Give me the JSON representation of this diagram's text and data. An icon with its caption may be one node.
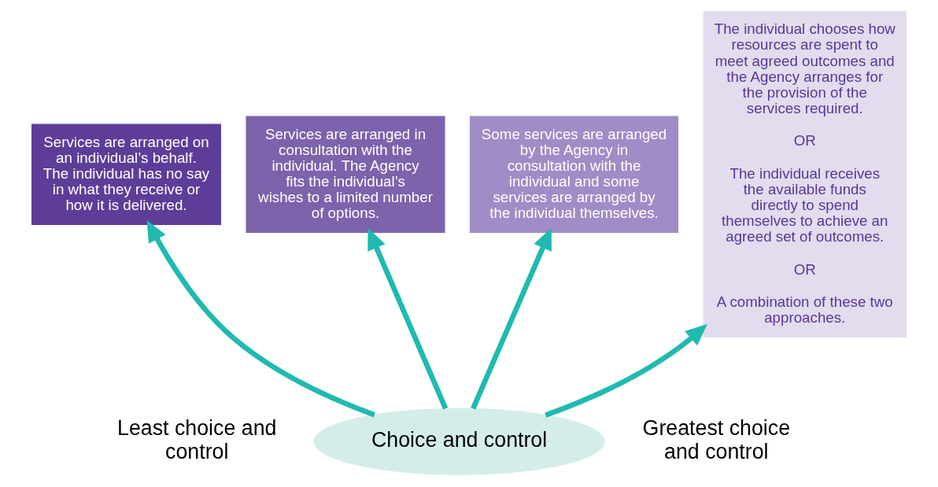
{
  "diagram": {
    "nodes": [
      {
        "text": [
          "Services are arranged on an individual’s behalf. The individual has no say in what they receive or how it is delivered."
        ]
      },
      {
        "text": [
          "Services are arranged in consultation with the individual. The Agency fits the individual’s wishes to a limited number of options."
        ]
      },
      {
        "text": [
          "Some services are arranged by the Agency in consultation with the individual and some services are arranged by the individual themselves."
        ]
      },
      {
        "text": [
          "The individual chooses how resources are spent to meet agreed outcomes and the Agency arranges for the provision of the services required.",
          "OR",
          "The individual receives the available funds directly to spend themselves to achieve an agreed set of outcomes.",
          "OR",
          "A combination of these two approaches."
        ]
      },
      {
        "text": [
          "Choice and control"
        ]
      }
    ],
    "edges": [
      {
        "from": 4,
        "to": 0,
        "arrow": "to"
      },
      {
        "from": 4,
        "to": 1,
        "arrow": "to"
      },
      {
        "from": 4,
        "to": 2,
        "arrow": "to"
      },
      {
        "from": 4,
        "to": 3,
        "arrow": "to"
      }
    ],
    "labels": [
      "Least choice and control",
      "Greatest choice and control"
    ]
  }
}
